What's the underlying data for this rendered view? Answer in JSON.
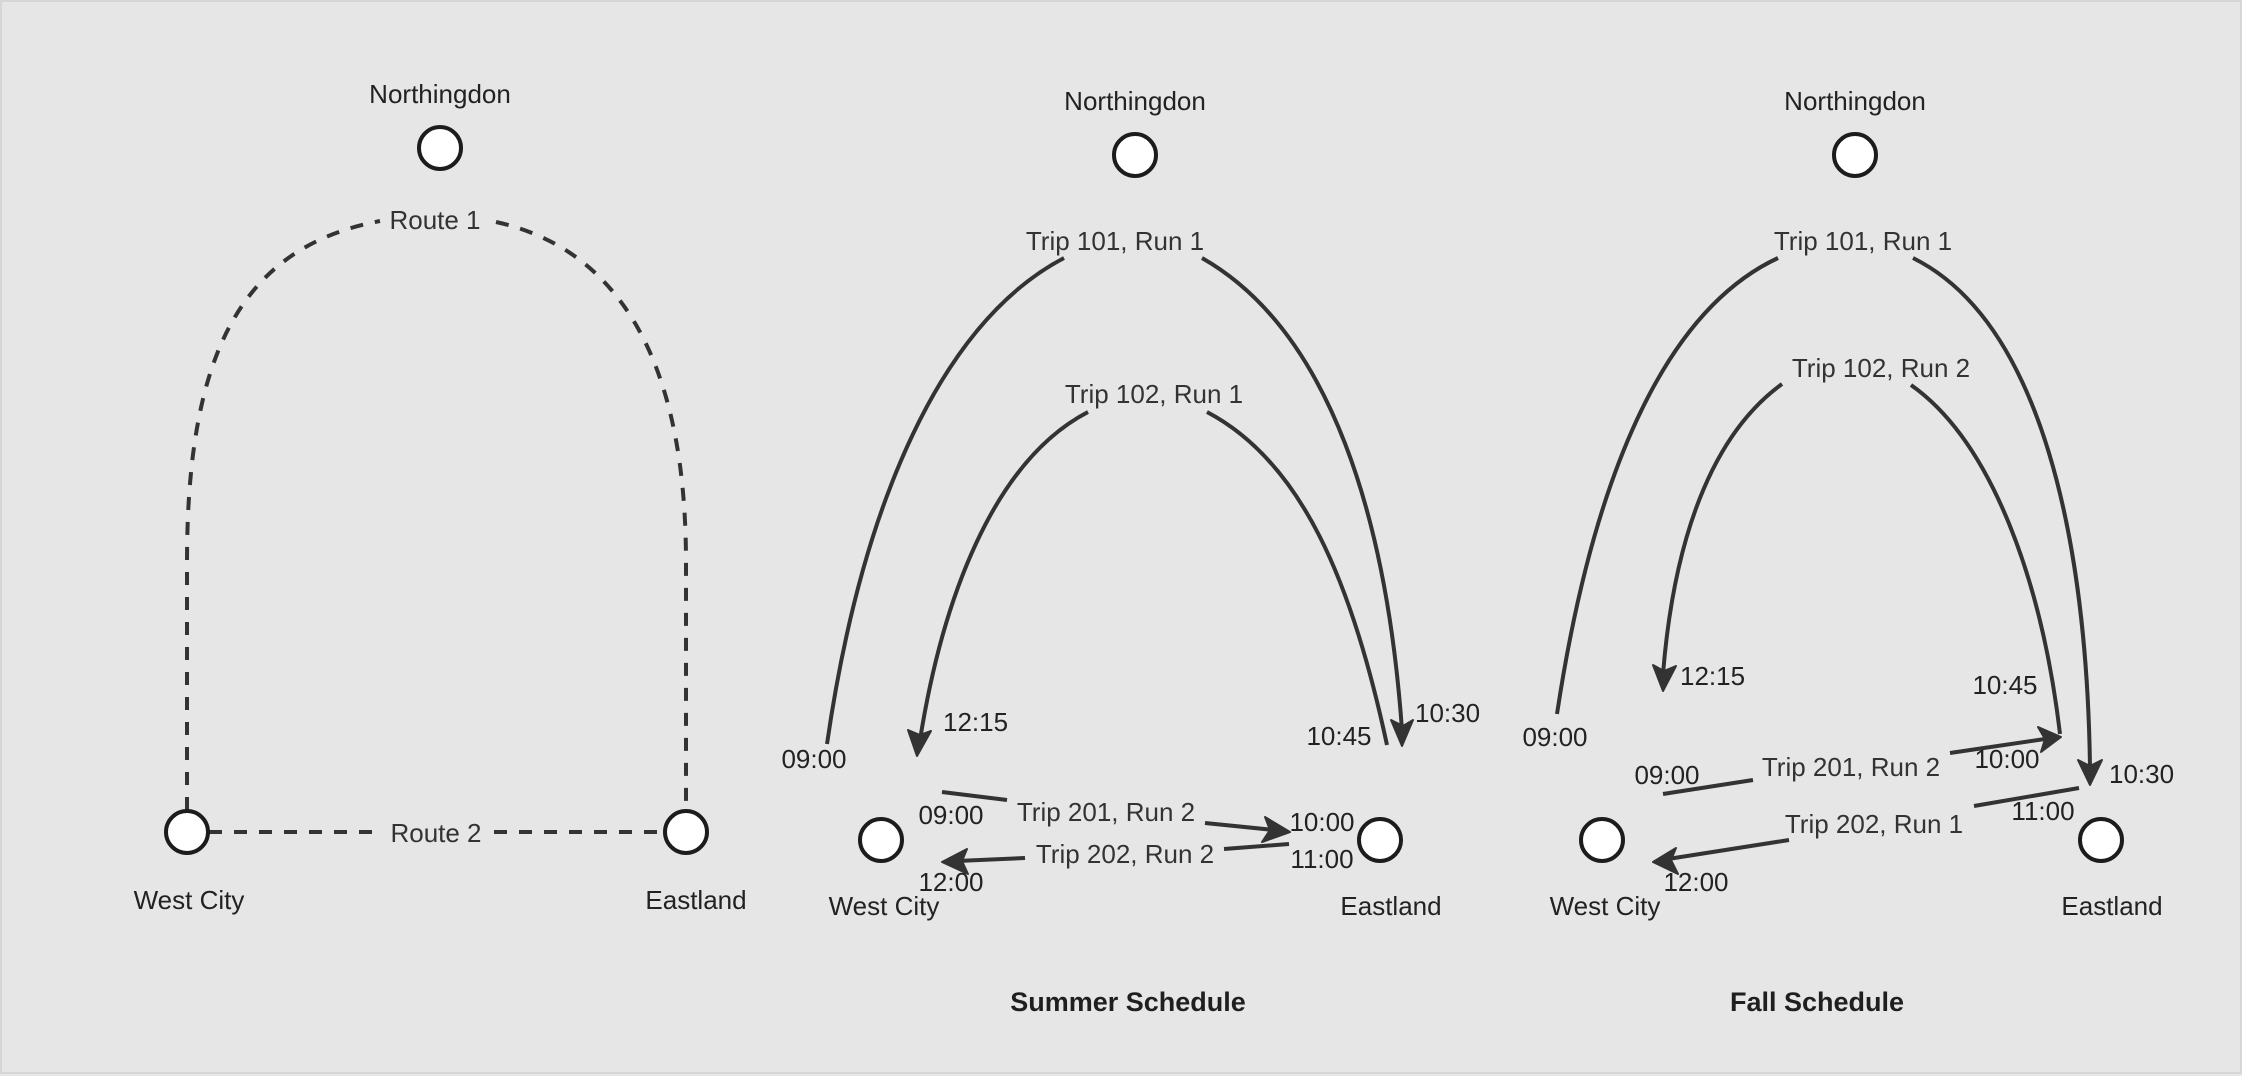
{
  "colors": {
    "background": "#e6e6e6",
    "line": "#333333",
    "node_fill": "#ffffff",
    "node_stroke": "#1c1c1c",
    "text": "#222222"
  },
  "network_panel": {
    "nodes": {
      "north": "Northingdon",
      "west": "West City",
      "east": "Eastland"
    },
    "routes": [
      {
        "label": "Route 1",
        "style": "dashed",
        "connects": [
          "West City",
          "Northingdon",
          "Eastland"
        ]
      },
      {
        "label": "Route 2",
        "style": "dashed",
        "connects": [
          "West City",
          "Eastland"
        ]
      }
    ]
  },
  "summer_panel": {
    "title": "Summer Schedule",
    "nodes": {
      "north": "Northingdon",
      "west": "West City",
      "east": "Eastland"
    },
    "trips": [
      {
        "label": "Trip 101, Run 1",
        "depart": "09:00",
        "arrive": "10:30",
        "from": "West City",
        "to": "Eastland"
      },
      {
        "label": "Trip 102, Run 1",
        "depart": "10:45",
        "arrive": "12:15",
        "from": "Eastland",
        "to": "West City"
      },
      {
        "label": "Trip 201, Run 2",
        "depart": "09:00",
        "arrive": "10:00",
        "from": "West City",
        "to": "Eastland"
      },
      {
        "label": "Trip 202, Run 2",
        "depart": "11:00",
        "arrive": "12:00",
        "from": "Eastland",
        "to": "West City"
      }
    ]
  },
  "fall_panel": {
    "title": "Fall Schedule",
    "nodes": {
      "north": "Northingdon",
      "west": "West City",
      "east": "Eastland"
    },
    "trips": [
      {
        "label": "Trip 101, Run 1",
        "depart": "09:00",
        "arrive": "10:30",
        "from": "West City",
        "to": "Eastland"
      },
      {
        "label": "Trip 102, Run 2",
        "depart": "10:45",
        "arrive": "12:15",
        "from": "Eastland",
        "to": "West City"
      },
      {
        "label": "Trip 201, Run 2",
        "depart": "09:00",
        "arrive": "10:00",
        "from": "West City",
        "to": "Eastland"
      },
      {
        "label": "Trip 202, Run 1",
        "depart": "11:00",
        "arrive": "12:00",
        "from": "Eastland",
        "to": "West City"
      }
    ]
  }
}
